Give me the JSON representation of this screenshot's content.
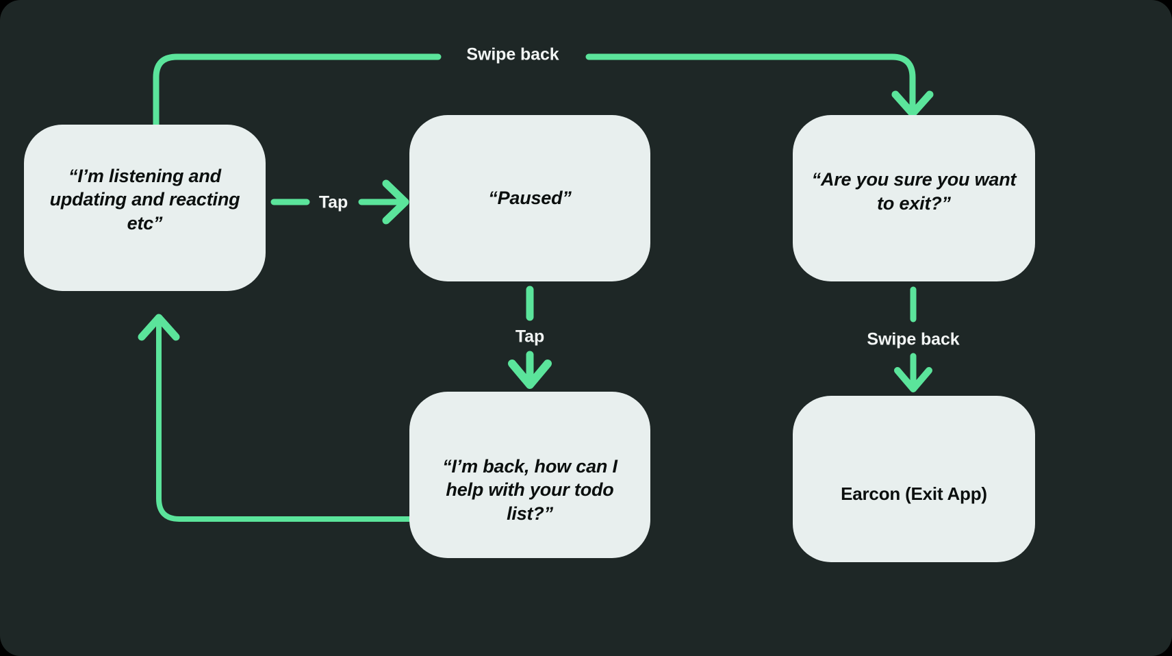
{
  "canvas": {
    "background_color": "#1E2726",
    "page_background": "#000000"
  },
  "theme": {
    "node_fill": "#E8EFEE",
    "node_text_color": "#0B0F0E",
    "connector_color": "#5BE49B",
    "label_text_color": "#F2F5F4"
  },
  "nodes": [
    {
      "id": "listening",
      "label": "“I’m listening and updating and reacting etc”",
      "style": "italic"
    },
    {
      "id": "paused",
      "label": "“Paused”",
      "style": "italic"
    },
    {
      "id": "confirm",
      "label": "“Are you sure you want to exit?”",
      "style": "italic"
    },
    {
      "id": "back",
      "label": "“I’m back, how can I help with your todo list?”",
      "style": "italic"
    },
    {
      "id": "earcon",
      "label": "Earcon (Exit App)",
      "style": "upright"
    }
  ],
  "edges": [
    {
      "id": "swipe-top",
      "label": "Swipe back",
      "from": "listening",
      "to": "confirm"
    },
    {
      "id": "tap-h",
      "label": "Tap",
      "from": "listening",
      "to": "paused"
    },
    {
      "id": "tap-v",
      "label": "Tap",
      "from": "paused",
      "to": "back"
    },
    {
      "id": "swipe-bottom",
      "label": "Swipe back",
      "from": "confirm",
      "to": "earcon"
    },
    {
      "id": "return-loop",
      "label": "",
      "from": "back",
      "to": "listening"
    }
  ],
  "chart_data": {
    "type": "diagram",
    "title": "",
    "diagram_kind": "flowchart",
    "nodes": [
      "“I’m listening and updating and reacting etc”",
      "“Paused”",
      "“Are you sure you want to exit?”",
      "“I’m back, how can I help with your todo list?”",
      "Earcon (Exit App)"
    ],
    "edges": [
      {
        "from": "“I’m listening and updating and reacting etc”",
        "to": "“Paused”",
        "label": "Tap"
      },
      {
        "from": "“I’m listening and updating and reacting etc”",
        "to": "“Are you sure you want to exit?”",
        "label": "Swipe back"
      },
      {
        "from": "“Paused”",
        "to": "“I’m back, how can I help with your todo list?”",
        "label": "Tap"
      },
      {
        "from": "“Are you sure you want to exit?”",
        "to": "Earcon (Exit App)",
        "label": "Swipe back"
      },
      {
        "from": "“I’m back, how can I help with your todo list?”",
        "to": "“I’m listening and updating and reacting etc”",
        "label": ""
      }
    ]
  }
}
